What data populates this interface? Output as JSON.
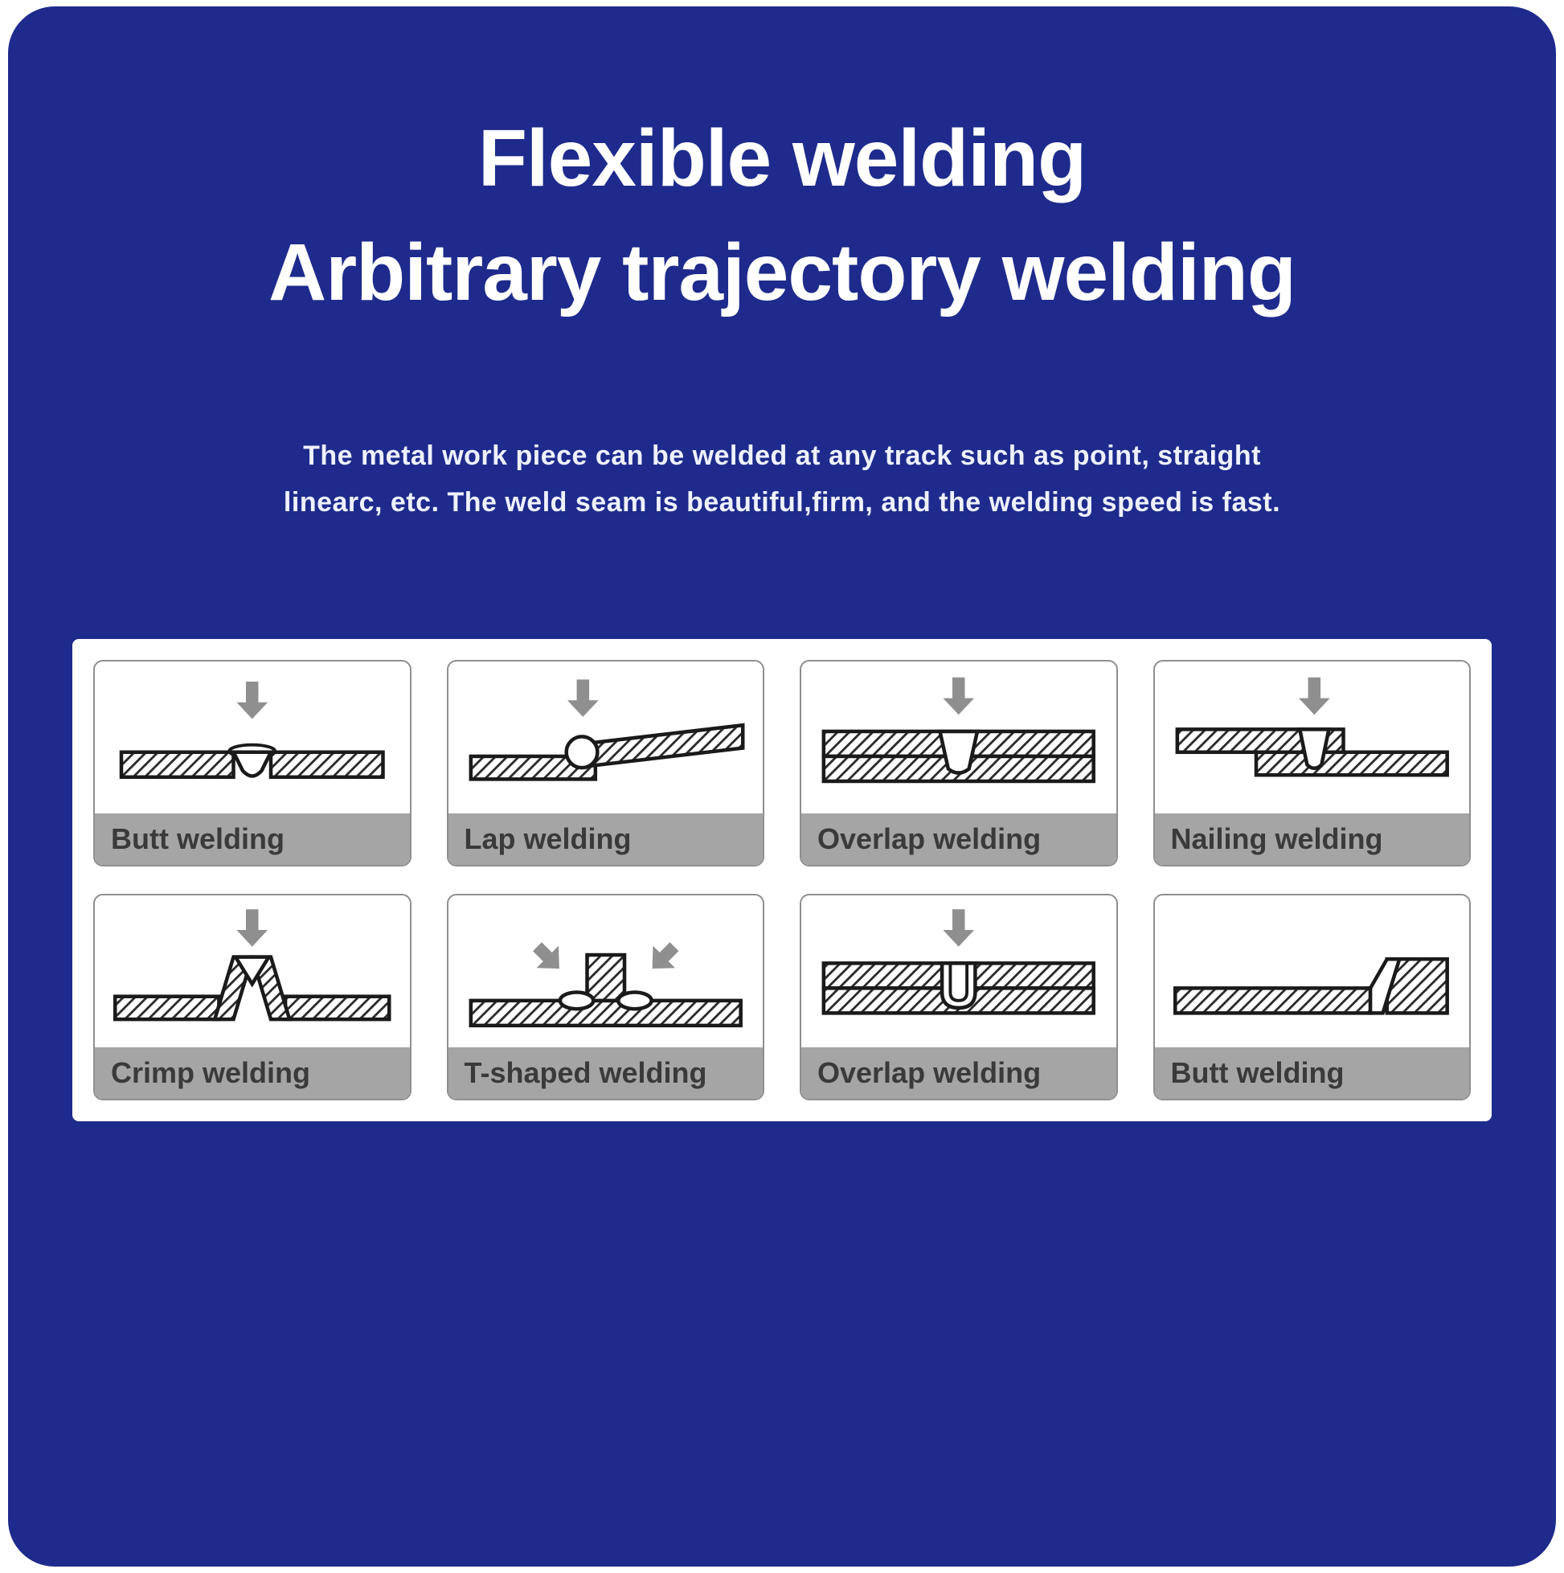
{
  "title": {
    "line1": "Flexible welding",
    "line2": "Arbitrary trajectory welding"
  },
  "description": {
    "line1": "The metal work piece can be welded at any track such as point, straight",
    "line2": "linearc, etc. The weld seam is beautiful,firm, and the welding speed is fast."
  },
  "cards": [
    {
      "label": "Butt welding",
      "diagram": "butt-weld-cross-section"
    },
    {
      "label": "Lap welding",
      "diagram": "lap-weld-cross-section"
    },
    {
      "label": "Overlap welding",
      "diagram": "overlap-weld-cross-section"
    },
    {
      "label": "Nailing welding",
      "diagram": "nailing-weld-cross-section"
    },
    {
      "label": "Crimp welding",
      "diagram": "crimp-weld-cross-section"
    },
    {
      "label": "T-shaped welding",
      "diagram": "t-shaped-weld-cross-section"
    },
    {
      "label": "Overlap welding",
      "diagram": "overlap-weld-u-cross-section"
    },
    {
      "label": "Butt welding",
      "diagram": "butt-weld-step-cross-section"
    }
  ],
  "colors": {
    "panel_blue": "#1e2b8c",
    "title_text": "#ffffff",
    "card_label_bg": "#a5a5a5",
    "card_label_text": "#3a3a3a",
    "arrow_gray": "#8f8f8f",
    "line_black": "#1a1a1a"
  }
}
